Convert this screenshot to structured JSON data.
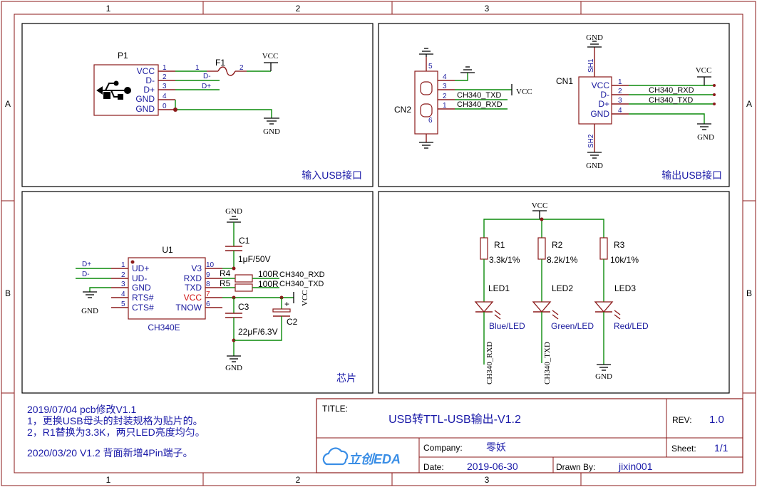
{
  "frame": {
    "cols": [
      "1",
      "2",
      "3"
    ],
    "rows": [
      "A",
      "B"
    ]
  },
  "panels": {
    "input_usb": "输入USB接口",
    "output_usb": "输出USB接口",
    "chip": "芯片"
  },
  "nets": {
    "vcc": "VCC",
    "gnd": "GND",
    "ch340_rxd": "CH340_RXD",
    "ch340_txd": "CH340_TXD",
    "d_minus": "D-",
    "d_plus": "D+",
    "vcc_vertical": "VCC"
  },
  "p1": {
    "ref": "P1",
    "pin_names": [
      "VCC",
      "D-",
      "D+",
      "GND",
      "GND"
    ],
    "pin_numbers": [
      "1",
      "2",
      "3",
      "4",
      "0"
    ]
  },
  "f1": {
    "ref": "F1",
    "pin1": "1",
    "pin2": "2"
  },
  "cn2": {
    "ref": "CN2",
    "pin_numbers": [
      "4",
      "3",
      "2",
      "1"
    ],
    "body_top": "5",
    "body_bottom": "6"
  },
  "cn1": {
    "ref": "CN1",
    "pin_names": [
      "VCC",
      "D-",
      "D+",
      "GND"
    ],
    "pin_numbers": [
      "1",
      "2",
      "3",
      "4"
    ],
    "sh1": "SH1",
    "sh2": "SH2"
  },
  "u1": {
    "ref": "U1",
    "value": "CH340E",
    "left_pins": [
      {
        "num": "1",
        "name": "UD+"
      },
      {
        "num": "2",
        "name": "UD-"
      },
      {
        "num": "3",
        "name": "GND"
      },
      {
        "num": "4",
        "name": "RTS#"
      },
      {
        "num": "5",
        "name": "CTS#"
      }
    ],
    "right_pins": [
      {
        "num": "10",
        "name": "V3"
      },
      {
        "num": "9",
        "name": "RXD"
      },
      {
        "num": "8",
        "name": "TXD"
      },
      {
        "num": "7",
        "name": "VCC"
      },
      {
        "num": "6",
        "name": "TNOW"
      }
    ]
  },
  "passives": {
    "c1": {
      "ref": "C1",
      "value": "1μF/50V"
    },
    "c2": {
      "ref": "C2",
      "value": "+"
    },
    "c3": {
      "ref": "C3",
      "value": "22μF/6.3V"
    },
    "r4": {
      "ref": "R4",
      "value": "100R"
    },
    "r5": {
      "ref": "R5",
      "value": "100R"
    }
  },
  "leds": [
    {
      "r_ref": "R1",
      "r_value": "3.3k/1%",
      "led_ref": "LED1",
      "color": "Blue/LED",
      "net": "CH340_RXD"
    },
    {
      "r_ref": "R2",
      "r_value": "8.2k/1%",
      "led_ref": "LED2",
      "color": "Green/LED",
      "net": "CH340_TXD"
    },
    {
      "r_ref": "R3",
      "r_value": "10k/1%",
      "led_ref": "LED3",
      "color": "Red/LED",
      "net": "GND"
    }
  ],
  "notes": [
    "2019/07/04   pcb修改V1.1",
    "1，更换USB母头的封装规格为贴片的。",
    "2，R1替换为3.3K，两只LED亮度均匀。",
    "2020/03/20 V1.2 背面新增4Pin端子。"
  ],
  "title_block": {
    "title_label": "TITLE:",
    "title": "USB转TTL-USB输出-V1.2",
    "rev_label": "REV:",
    "rev": "1.0",
    "company_label": "Company:",
    "company": "零妖",
    "sheet_label": "Sheet:",
    "sheet": "1/1",
    "date_label": "Date:",
    "date": "2019-06-30",
    "drawn_label": "Drawn By:",
    "drawn": "jixin001",
    "logo_text": "立创EDA"
  },
  "colors": {
    "frame": "#8b1a1a",
    "wire": "#0a8a0a",
    "text_blue": "#1a1aa8",
    "pin_red": "#d01010"
  }
}
